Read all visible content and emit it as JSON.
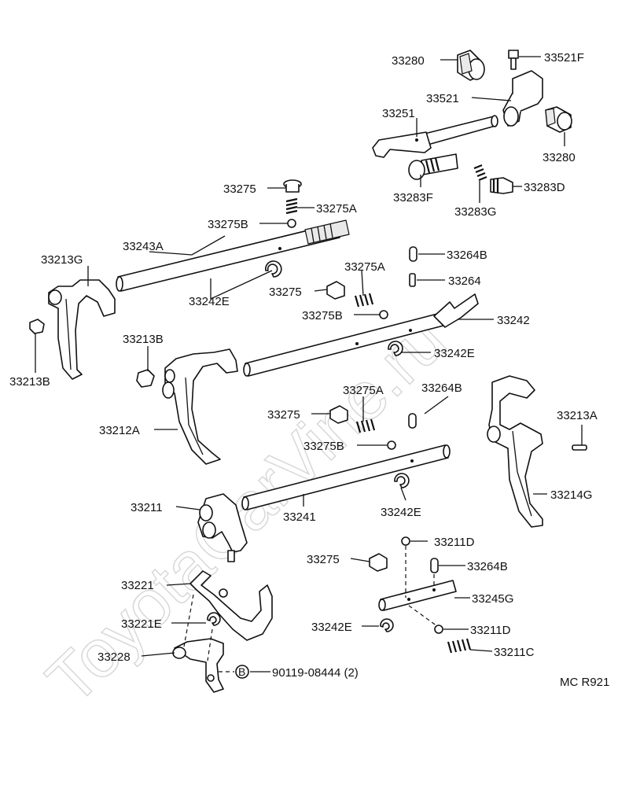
{
  "watermark": "ToyotaCarVine.ru",
  "diagram_code": "MC R921",
  "fastener_symbol": "B",
  "labels": {
    "p33280_top": "33280",
    "p33521F": "33521F",
    "p33521": "33521",
    "p33251": "33251",
    "p33280_right": "33280",
    "p33275_a": "33275",
    "p33283F": "33283F",
    "p33283D": "33283D",
    "p33275A_a": "33275A",
    "p33283G": "33283G",
    "p33275B_a": "33275B",
    "p33243A": "33243A",
    "p33213G": "33213G",
    "p33264B_a": "33264B",
    "p33275A_b": "33275A",
    "p33264": "33264",
    "p33275_b": "33275",
    "p33242E_a": "33242E",
    "p33275B_b": "33275B",
    "p33242": "33242",
    "p33213B_a": "33213B",
    "p33242E_b": "33242E",
    "p33213B_b": "33213B",
    "p33275A_c": "33275A",
    "p33264B_b": "33264B",
    "p33275_c": "33275",
    "p33213A": "33213A",
    "p33212A": "33212A",
    "p33275B_c": "33275B",
    "p33214G": "33214G",
    "p33211": "33211",
    "p33241": "33241",
    "p33242E_c": "33242E",
    "p33211D_a": "33211D",
    "p33275_d": "33275",
    "p33264B_c": "33264B",
    "p33221": "33221",
    "p33245G": "33245G",
    "p33221E": "33221E",
    "p33242E_d": "33242E",
    "p33211D_b": "33211D",
    "p33228": "33228",
    "p33211C": "33211C",
    "p90119": "90119-08444 (2)"
  }
}
